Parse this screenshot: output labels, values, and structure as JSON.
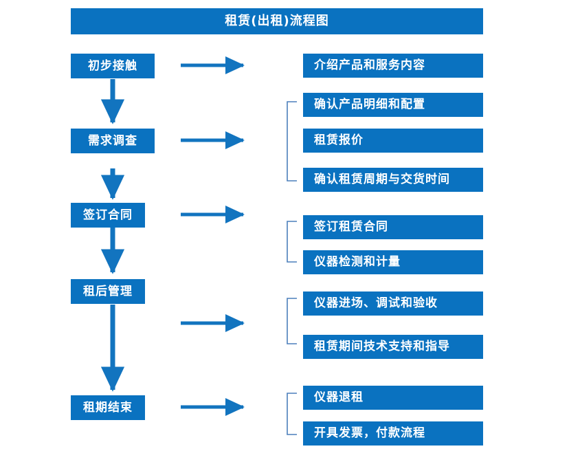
{
  "diagram": {
    "title": "租赁(出租)流程图",
    "colors": {
      "box_fill": "#0A72C0",
      "box_text": "#FFFFFF",
      "arrow": "#1274BF",
      "bracket": "#4A7EBB",
      "background": "#FFFFFF"
    },
    "stages": [
      {
        "id": "stage-1",
        "label": "初步接触"
      },
      {
        "id": "stage-2",
        "label": "需求调查"
      },
      {
        "id": "stage-3",
        "label": "签订合同"
      },
      {
        "id": "stage-4",
        "label": "租后管理"
      },
      {
        "id": "stage-5",
        "label": "租期结束"
      }
    ],
    "details": [
      {
        "id": "detail-1-1",
        "stage": "初步接触",
        "label": "介绍产品和服务内容"
      },
      {
        "id": "detail-2-1",
        "stage": "需求调查",
        "label": "确认产品明细和配置"
      },
      {
        "id": "detail-2-2",
        "stage": "需求调查",
        "label": "租赁报价"
      },
      {
        "id": "detail-2-3",
        "stage": "需求调查",
        "label": "确认租赁周期与交货时间"
      },
      {
        "id": "detail-3-1",
        "stage": "签订合同",
        "label": "签订租赁合同"
      },
      {
        "id": "detail-3-2",
        "stage": "签订合同",
        "label": "仪器检测和计量"
      },
      {
        "id": "detail-4-1",
        "stage": "租后管理",
        "label": "仪器进场、调试和验收"
      },
      {
        "id": "detail-4-2",
        "stage": "租后管理",
        "label": "租赁期间技术支持和指导"
      },
      {
        "id": "detail-5-1",
        "stage": "租期结束",
        "label": "仪器退租"
      },
      {
        "id": "detail-5-2",
        "stage": "租期结束",
        "label": "开具发票，付款流程"
      }
    ],
    "flow_arrows": {
      "vertical_count": 4,
      "horizontal_count": 5,
      "direction": "top-to-bottom and left-to-right"
    }
  }
}
